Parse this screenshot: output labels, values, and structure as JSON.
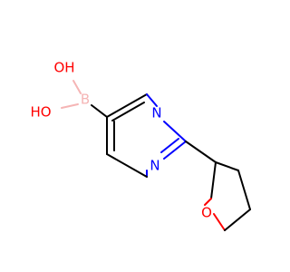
{
  "molecule": {
    "atoms": {
      "o_upper_label": "OH",
      "o_lower_label": "HO",
      "boron_label": "B",
      "n_top_label": "N",
      "n_bottom_label": "N",
      "o_ring_label": "O"
    },
    "colors": {
      "carbon": "#000000",
      "nitrogen": "#0000ff",
      "oxygen": "#ff0000",
      "boron": "#f5b5b5"
    }
  }
}
